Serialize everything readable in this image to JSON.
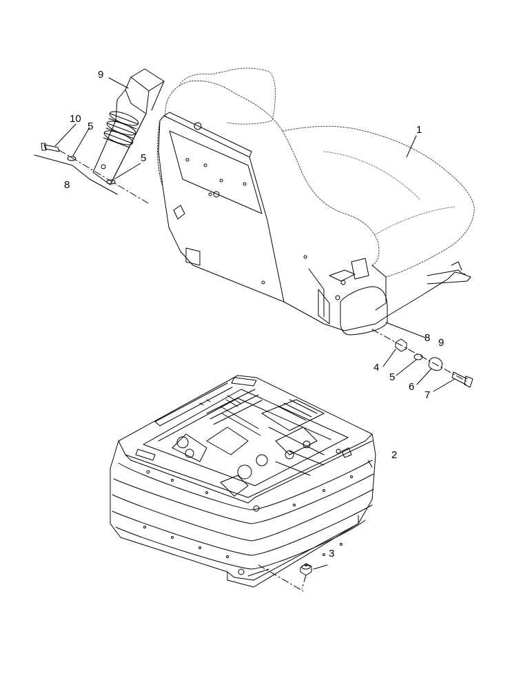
{
  "callouts": {
    "c1": "1",
    "c2": "2",
    "c3": "3",
    "c4": "4",
    "c5_bottom": "5",
    "c5_top_a": "5",
    "c5_top_b": "5",
    "c6": "6",
    "c7": "7",
    "c8_left": "8",
    "c8_right": "8",
    "c9_right": "9",
    "c9_top": "9",
    "c10": "10"
  }
}
